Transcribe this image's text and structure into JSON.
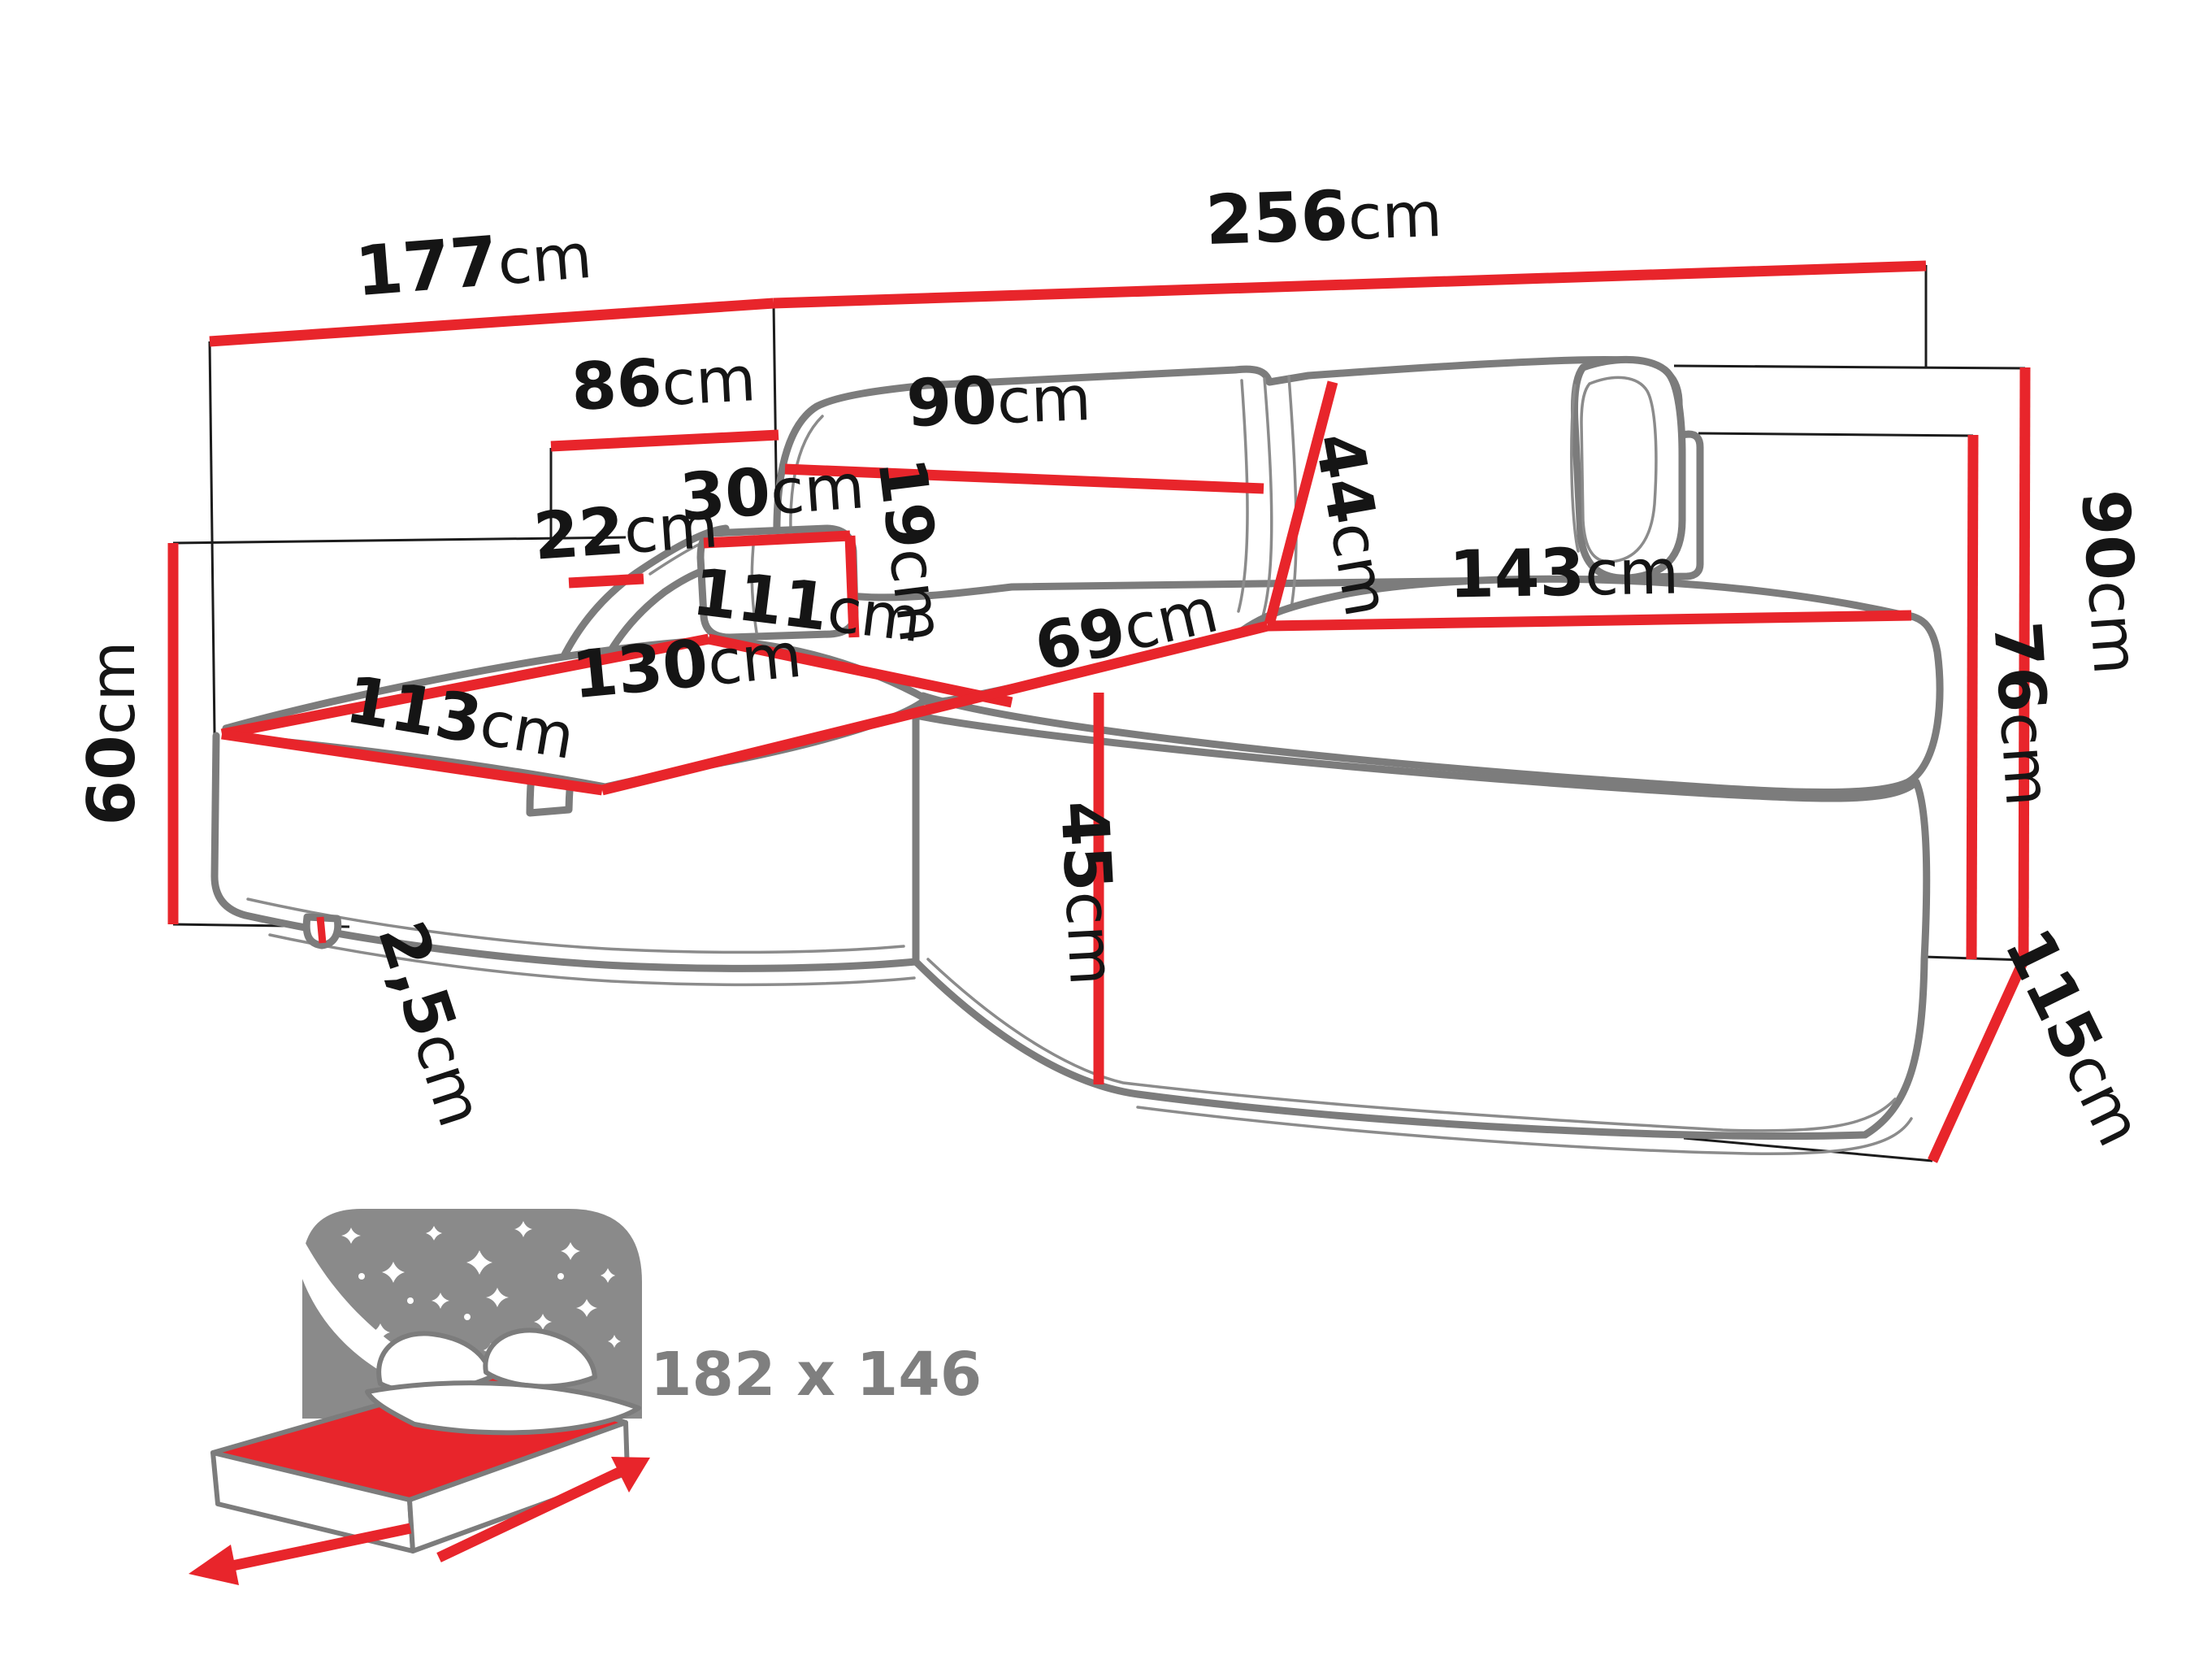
{
  "title": "Corner sofa dimensions diagram",
  "unit": "cm",
  "colors": {
    "dimension_red": "#e8252b",
    "outline_gray": "#7c7c7c",
    "thin_line_black": "#1c1c1c",
    "text_black": "#151515",
    "icon_gray": "#8a8a8a"
  },
  "dimensions": {
    "top_left_depth": {
      "value": "177",
      "unit": "cm"
    },
    "total_width": {
      "value": "256",
      "unit": "cm"
    },
    "back_left_width": {
      "value": "86",
      "unit": "cm"
    },
    "backrest_cushion": {
      "value": "90",
      "unit": "cm"
    },
    "pouf_width": {
      "value": "30",
      "unit": "cm"
    },
    "pouf_height": {
      "value": "19",
      "unit": "cm"
    },
    "armrest_width": {
      "value": "22",
      "unit": "cm"
    },
    "backrest_height": {
      "value": "44",
      "unit": "cm"
    },
    "chaise_back_edge": {
      "value": "111",
      "unit": "cm"
    },
    "chaise_left_edge": {
      "value": "113",
      "unit": "cm"
    },
    "chaise_front_edge": {
      "value": "130",
      "unit": "cm"
    },
    "seat_depth": {
      "value": "69",
      "unit": "cm"
    },
    "seat_width": {
      "value": "143",
      "unit": "cm"
    },
    "seat_height": {
      "value": "60",
      "unit": "cm"
    },
    "leg_height": {
      "value": "2,5",
      "unit": "cm"
    },
    "front_base_height": {
      "value": "45",
      "unit": "cm"
    },
    "total_height": {
      "value": "90",
      "unit": "cm"
    },
    "armrest_height": {
      "value": "76",
      "unit": "cm"
    },
    "side_depth": {
      "value": "115",
      "unit": "cm"
    }
  },
  "bed_icon": {
    "sleeping_area": "182 x 146"
  }
}
